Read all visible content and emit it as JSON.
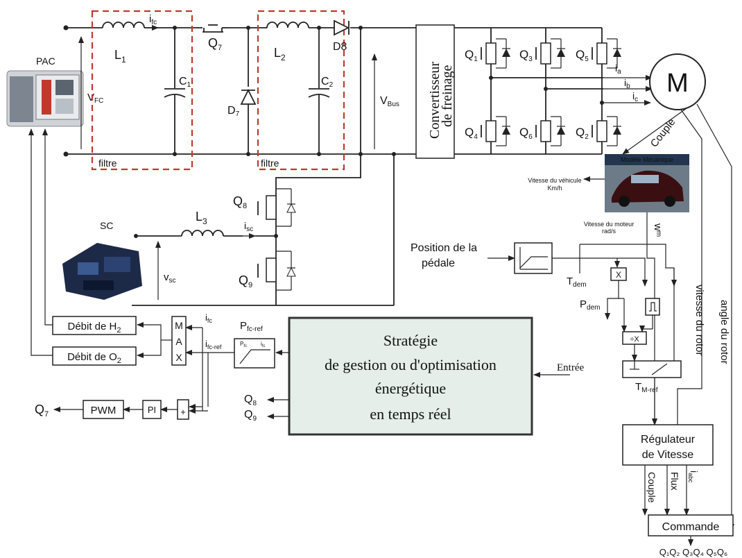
{
  "sources": {
    "pac": "PAC",
    "sc": "SC"
  },
  "circuit": {
    "inductors": {
      "l1_main": "L",
      "l1_sub": "1",
      "l2_main": "L",
      "l2_sub": "2",
      "l3_main": "L",
      "l3_sub": "3"
    },
    "caps": {
      "c1": "C",
      "c1_sub": "1",
      "c2": "C",
      "c2_sub": "2"
    },
    "switches": {
      "q7": "Q",
      "q7_sub": "7",
      "q8": "Q",
      "q8_sub": "8",
      "q9": "Q",
      "q9_sub": "9"
    },
    "diodes": {
      "d7": "D",
      "d7_sub": "7",
      "d8": "D8"
    },
    "currents": {
      "ifc": "i",
      "ifc_sub": "fc",
      "isc": "i",
      "isc_sub": "sc"
    },
    "voltages": {
      "vfc": "V",
      "vfc_sub": "FC",
      "vbus": "V",
      "vbus_sub": "Bus",
      "vsc": "v",
      "vsc_sub": "sc"
    },
    "filter_label_1": "filtre",
    "filter_label_2": "filtre",
    "braking_converter_1": "Convertisseur",
    "braking_converter_2": "de freinage"
  },
  "inverter": {
    "switches": [
      {
        "main": "Q",
        "sub": "1"
      },
      {
        "main": "Q",
        "sub": "3"
      },
      {
        "main": "Q",
        "sub": "5"
      },
      {
        "main": "Q",
        "sub": "4"
      },
      {
        "main": "Q",
        "sub": "6"
      },
      {
        "main": "Q",
        "sub": "2"
      }
    ],
    "phase_currents": [
      {
        "main": "i",
        "sub": "a"
      },
      {
        "main": "i",
        "sub": "b"
      },
      {
        "main": "i",
        "sub": "c"
      }
    ]
  },
  "motor": {
    "label": "M",
    "couple": "Couple"
  },
  "mech_model": {
    "title": "Modèle Mécanique",
    "speed_vehicle_1": "Vitesse du véhicule",
    "speed_vehicle_2": "Km/h",
    "speed_motor_1": "Vitesse du moteur",
    "speed_motor_2": "rad/s",
    "wm": "w",
    "wm_sub": "m"
  },
  "pedal": {
    "label_1": "Position de la",
    "label_2": "pédale",
    "tdem": "T",
    "tdem_sub": "dem",
    "pdem": "P",
    "pdem_sub": "dem",
    "mult": "X",
    "div": "÷X"
  },
  "tmref": {
    "main": "T",
    "sub": "M-ref"
  },
  "vertical_labels": {
    "speed_rotor": "vitesse du rotor",
    "angle_rotor": "angle du rotor"
  },
  "regulator": {
    "line1": "Régulateur",
    "line2": "de Vitesse",
    "couple": "Couple",
    "flux": "Flux",
    "iabc": "i",
    "iabc_sub": "abc"
  },
  "command": {
    "label": "Commande",
    "outputs": "Q₁Q₂ Q₃Q₄ Q₅Q₆"
  },
  "strategy": {
    "line1": "Stratégie",
    "line2": "de gestion ou d'optimisation",
    "line3": "énergétique",
    "line4": "en temps réel",
    "input": "Entrée",
    "out_q8": "Q",
    "out_q8_sub": "8",
    "out_q9": "Q",
    "out_q9_sub": "9"
  },
  "control": {
    "pfcref": "P",
    "pfcref_sub": "fc-ref",
    "ifc": "i",
    "ifc_sub": "fc",
    "ifcref": "i",
    "ifcref_sub": "fc-ref",
    "max": [
      "M",
      "A",
      "X"
    ],
    "h2": "Débit de H",
    "h2_sub": "2",
    "o2": "Débit de O",
    "o2_sub": "2",
    "pwm": "PWM",
    "pi": "PI",
    "plus": "+",
    "q7": "Q",
    "q7_sub": "7",
    "map_pfc": "P",
    "map_pfc_sub": "fc",
    "map_ifc": "i",
    "map_ifc_sub": "fc"
  }
}
